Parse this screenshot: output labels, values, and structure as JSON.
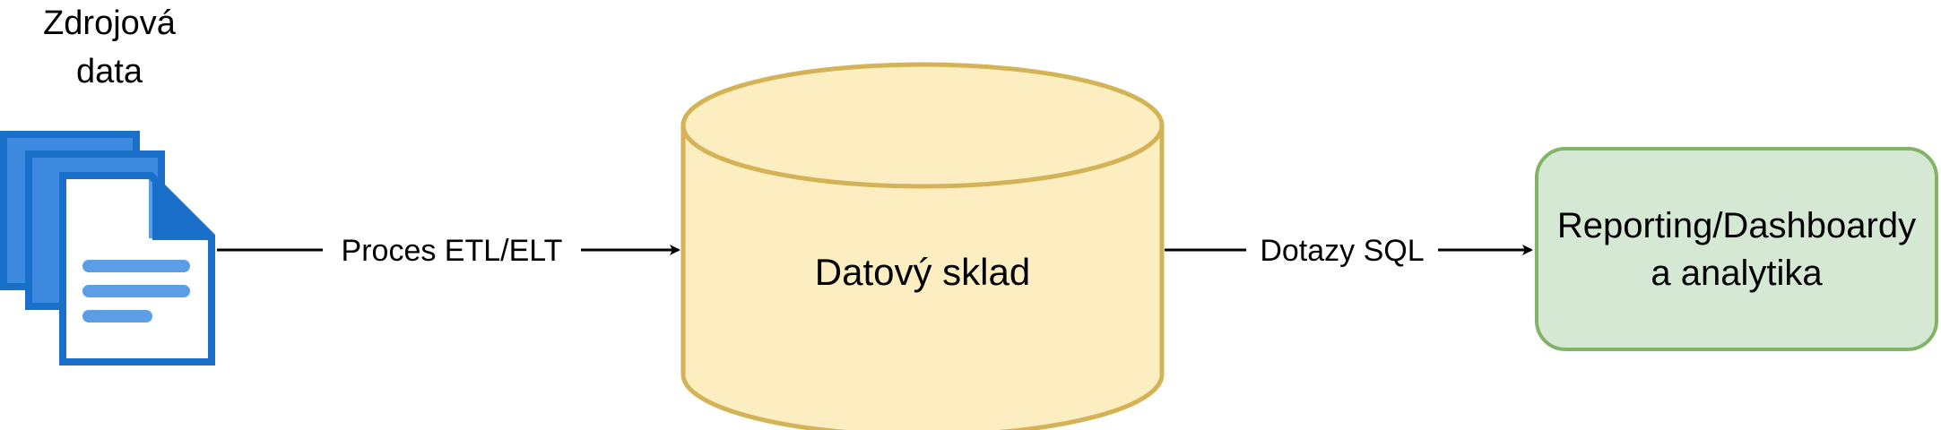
{
  "source": {
    "title_line1": "Zdrojová",
    "title_line2": "data"
  },
  "edges": {
    "etl_label": "Proces ETL/ELT",
    "sql_label": "Dotazy SQL"
  },
  "warehouse": {
    "label": "Datový sklad"
  },
  "reporting": {
    "line1": "Reporting/Dashboardy",
    "line2": "a analytika"
  },
  "colors": {
    "doc_dark": "#1a6fc9",
    "doc_mid": "#3d8be0",
    "doc_light": "#5b9ee6",
    "doc_lines": "#5b9ee6",
    "warehouse_fill": "#fdeec2",
    "warehouse_stroke": "#d4b356",
    "reporting_fill": "#d5e8d4",
    "reporting_stroke": "#82b366",
    "edge": "#000000"
  },
  "icons": [
    "documents-icon",
    "database-cylinder-icon",
    "arrow-right-icon"
  ]
}
